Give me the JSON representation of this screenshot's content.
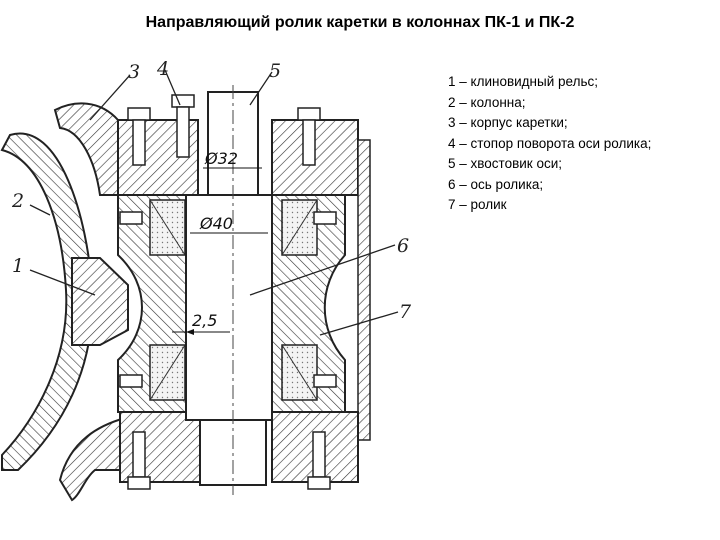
{
  "title": "Направляющий ролик каретки в колоннах ПК-1 и ПК-2",
  "legend": [
    "1 – клиновидный рельс;",
    "2 – колонна;",
    "3 – корпус каретки;",
    "4 – стопор поворота оси ролика;",
    "5 – хвостовик оси;",
    "6 – ось ролика;",
    "7 – ролик"
  ],
  "callouts": [
    "1",
    "2",
    "3",
    "4",
    "5",
    "6",
    "7"
  ],
  "dimensions": {
    "d_shank": "Ø32",
    "d_axle": "Ø40",
    "offset": "2,5"
  }
}
